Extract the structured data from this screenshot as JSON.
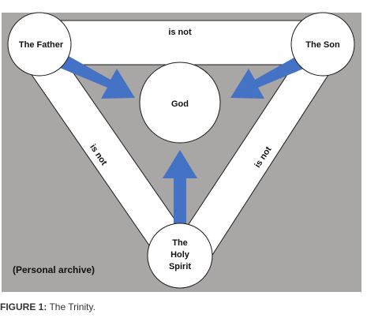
{
  "diagram": {
    "nodes": {
      "father": "The Father",
      "son": "The Son",
      "god": "God",
      "spirit_lines": [
        "The",
        "Holy",
        "Spirit"
      ]
    },
    "links": {
      "father_son": "is not",
      "father_spirit": "is not",
      "son_spirit": "is not"
    },
    "source_note": "(Personal archive)"
  },
  "caption": {
    "label": "FIGURE 1:",
    "text": " The Trinity."
  },
  "colors": {
    "background": "#a9a6a6",
    "arrow": "#4472c4",
    "node_fill": "#ffffff",
    "outline": "#1a1a1a"
  }
}
